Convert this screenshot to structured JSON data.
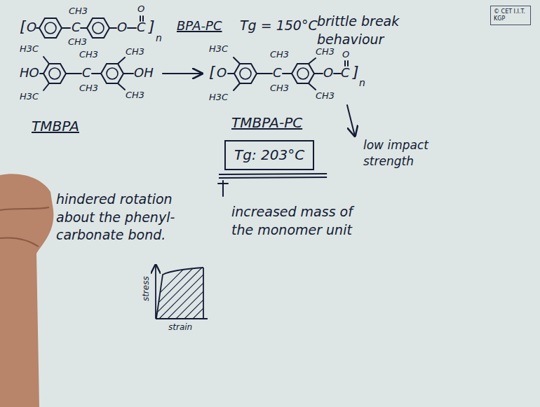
{
  "diagram": {
    "nodes": [
      {
        "text": [
          "© CET I.I.T. KGP"
        ]
      },
      {
        "text": [
          "Tg: 203°C"
        ]
      }
    ],
    "labels": [
      "[",
      "O",
      "CH3",
      "C",
      "CH3",
      "O",
      "O",
      "C",
      "]",
      "n",
      "BPA-PC",
      "Tg = 150°C",
      "brittle break behaviour",
      "H3C",
      "HO",
      "H3C",
      "C",
      "CH3",
      "CH3",
      "CH3",
      "OH",
      "CH3",
      "[",
      "O",
      "H3C",
      "H3C",
      "C",
      "CH3",
      "CH3",
      "CH3",
      "O",
      "O",
      "C",
      "]",
      "n",
      "CH3",
      "TMBPA",
      "TMBPA-PC",
      "low impact strength",
      "hindered rotation about the phenyl-carbonate bond.",
      "increased mass of the monomer unit",
      "stress",
      "strain"
    ]
  }
}
